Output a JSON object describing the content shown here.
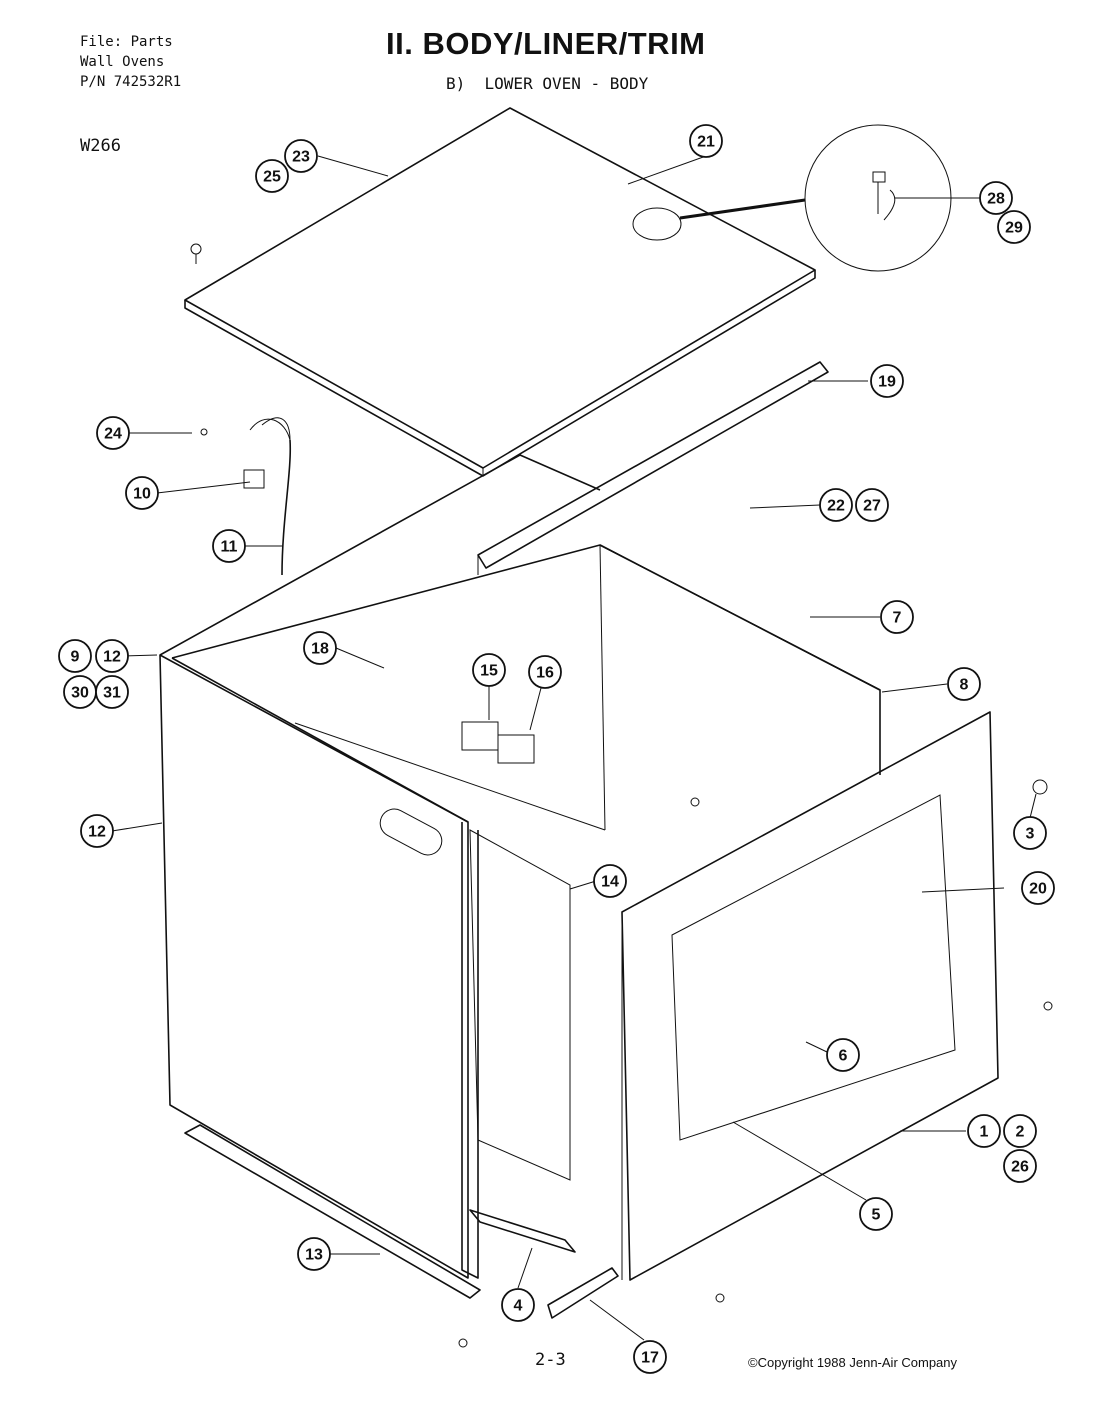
{
  "header": {
    "file_line": "File: Parts",
    "product_line": "Wall Ovens",
    "pn_line": "P/N 742532R1",
    "model": "W266",
    "title": "II. BODY/LINER/TRIM",
    "subtitle": "B)  LOWER OVEN - BODY"
  },
  "footer": {
    "page_number": "2-3",
    "copyright": "©Copyright 1988 Jenn-Air Company"
  },
  "callouts": [
    "1",
    "2",
    "3",
    "4",
    "5",
    "6",
    "7",
    "8",
    "9",
    "10",
    "11",
    "12",
    "12",
    "13",
    "14",
    "15",
    "16",
    "17",
    "18",
    "19",
    "20",
    "21",
    "22",
    "23",
    "24",
    "25",
    "26",
    "27",
    "28",
    "29",
    "30",
    "31"
  ]
}
